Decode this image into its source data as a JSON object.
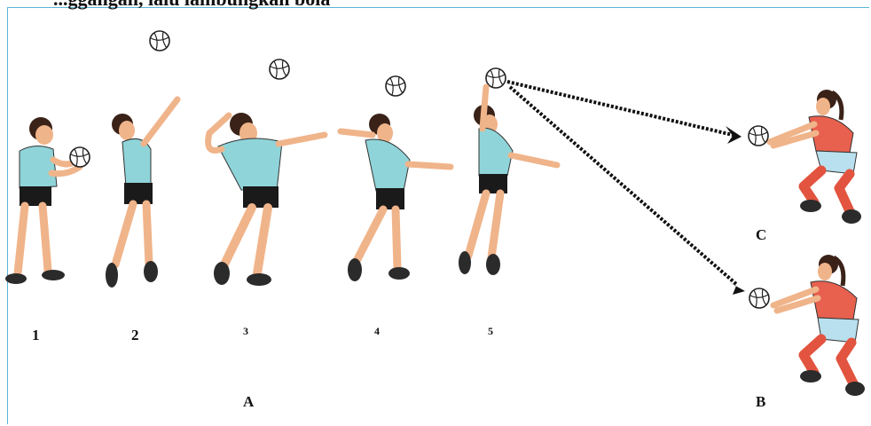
{
  "header": {
    "text": "...ggangan, lalu lambungkan bola"
  },
  "step_labels": [
    "1",
    "2",
    "3",
    "4",
    "5"
  ],
  "group_labels": {
    "serve_sequence": "A",
    "receiver_bottom": "B",
    "receiver_top": "C"
  },
  "colors": {
    "frame": "#5ab4d8",
    "server_shirt": "#8fd4d9",
    "server_shorts": "#1a1a1a",
    "skin": "#f0b48a",
    "hair": "#3a2218",
    "receiver_shirt": "#e8604e",
    "receiver_shorts": "#b9e0ee",
    "receiver_socks": "#e2543f",
    "shoes": "#2b2b2b",
    "arrow": "#111111"
  }
}
